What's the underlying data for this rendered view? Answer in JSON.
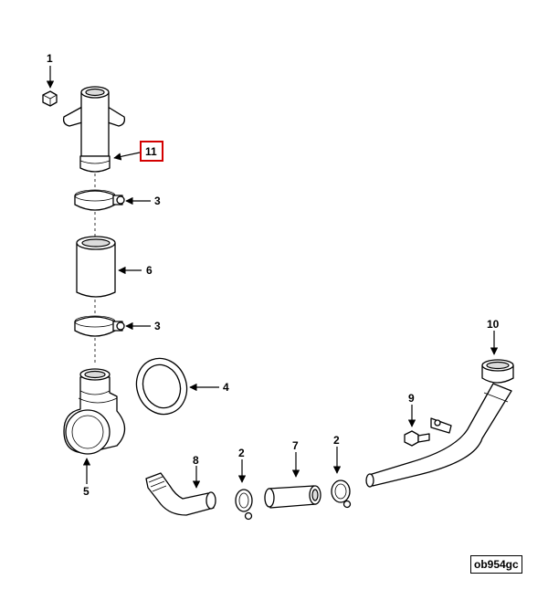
{
  "callouts": {
    "c1": "1",
    "c2a": "2",
    "c2b": "2",
    "c3a": "3",
    "c3b": "3",
    "c4": "4",
    "c5": "5",
    "c6": "6",
    "c7": "7",
    "c8": "8",
    "c9": "9",
    "c10": "10",
    "c11": "11"
  },
  "reference_code": "ob954gc",
  "colors": {
    "highlight": "#d40000",
    "line": "#000000",
    "background": "#ffffff"
  }
}
